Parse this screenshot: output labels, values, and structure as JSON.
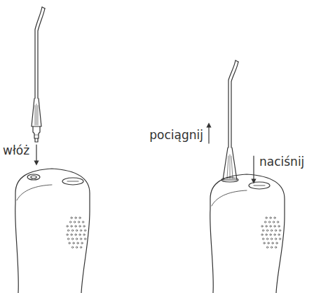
{
  "diagram": {
    "labels": [
      "włóż",
      "pociągnij",
      "naciśnij"
    ]
  }
}
